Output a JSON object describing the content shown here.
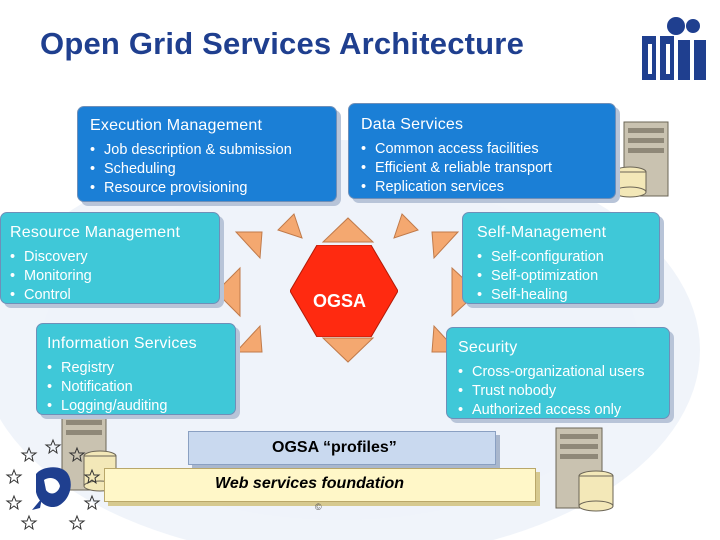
{
  "title": "Open Grid Services Architecture",
  "center_label": "OGSA",
  "boxes": {
    "execution": {
      "title": "Execution Management",
      "items": [
        "Job description & submission",
        "Scheduling",
        "Resource provisioning"
      ]
    },
    "data": {
      "title": "Data Services",
      "items": [
        "Common access facilities",
        "Efficient & reliable transport",
        "Replication services"
      ]
    },
    "resource": {
      "title": "Resource Management",
      "items": [
        "Discovery",
        "Monitoring",
        "Control"
      ]
    },
    "self": {
      "title": "Self-Management",
      "items": [
        "Self-configuration",
        "Self-optimization",
        "Self-healing"
      ]
    },
    "information": {
      "title": "Information Services",
      "items": [
        "Registry",
        "Notification",
        "Logging/auditing"
      ]
    },
    "security": {
      "title": "Security",
      "items": [
        "Cross-organizational users",
        "Trust nobody",
        "Authorized access only"
      ]
    }
  },
  "profiles_label": "OGSA “profiles”",
  "foundation_label": "Web services foundation",
  "copyright": "©",
  "colors": {
    "title": "#1f3f8f",
    "blue_box": "#1b7fd6",
    "teal_box": "#3fc8d8",
    "hexagon": "#ff2a10",
    "ray": "#f4a870",
    "profiles": "#c9d9ef",
    "foundation": "#fff7c8"
  },
  "icons": [
    "mii-logo",
    "server-icon",
    "eu-stars-logo"
  ]
}
